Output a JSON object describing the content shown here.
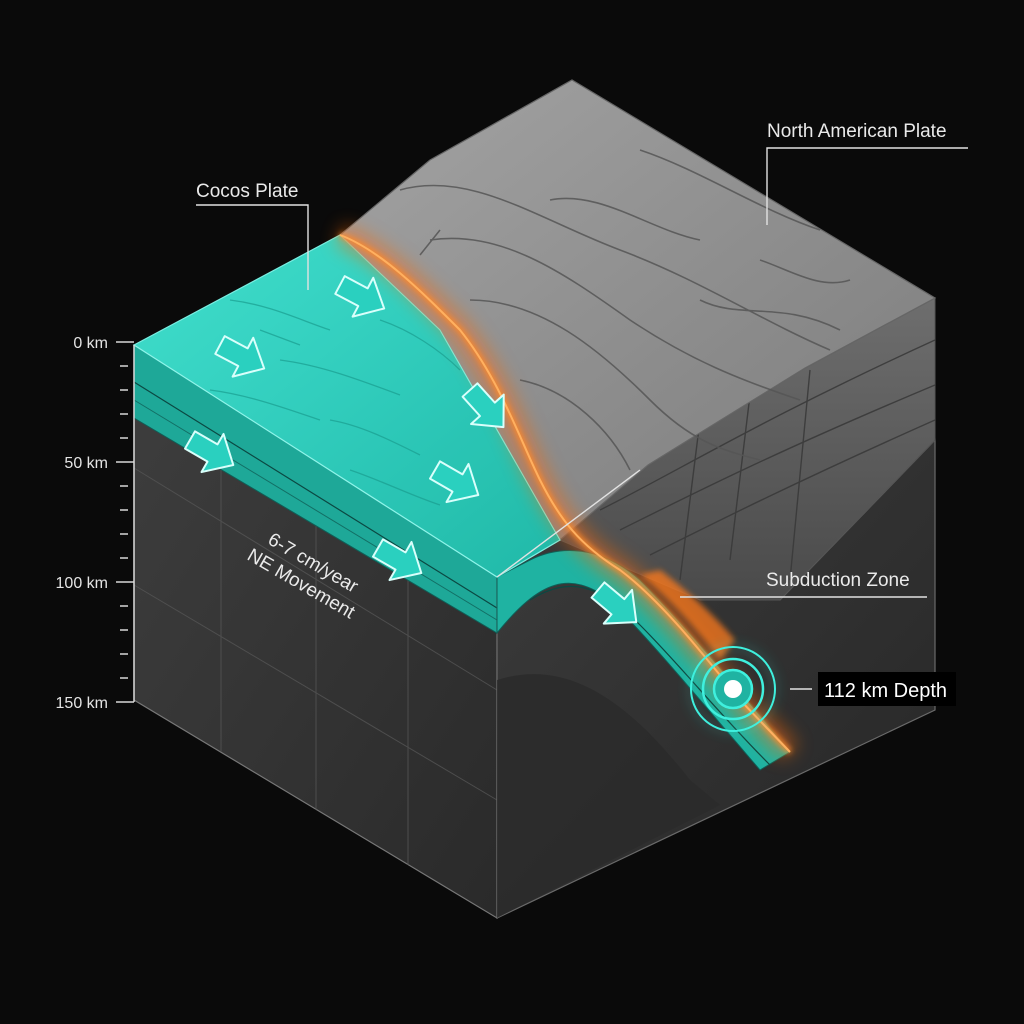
{
  "labels": {
    "cocos_plate": "Cocos Plate",
    "north_american_plate": "North American Plate",
    "subduction_zone": "Subduction Zone",
    "depth_callout": "112 km Depth",
    "movement_rate": "6-7 cm/year",
    "movement_dir": "NE Movement"
  },
  "depth_scale": {
    "ticks": [
      {
        "label": "0 km",
        "value": 0
      },
      {
        "label": "50 km",
        "value": 50
      },
      {
        "label": "100 km",
        "value": 100
      },
      {
        "label": "150 km",
        "value": 150
      }
    ]
  },
  "hypocenter": {
    "depth_km": 112
  },
  "colors": {
    "background": "#0a0a0a",
    "oceanic_plate": "#2fd3c2",
    "oceanic_plate_dark": "#14877c",
    "continental_plate": "#8d8d8d",
    "magma_glow": "#ff7a1a",
    "block_side": "#3a3a3a"
  },
  "icons": [
    "movement-arrow-icon",
    "hypocenter-target-icon"
  ]
}
